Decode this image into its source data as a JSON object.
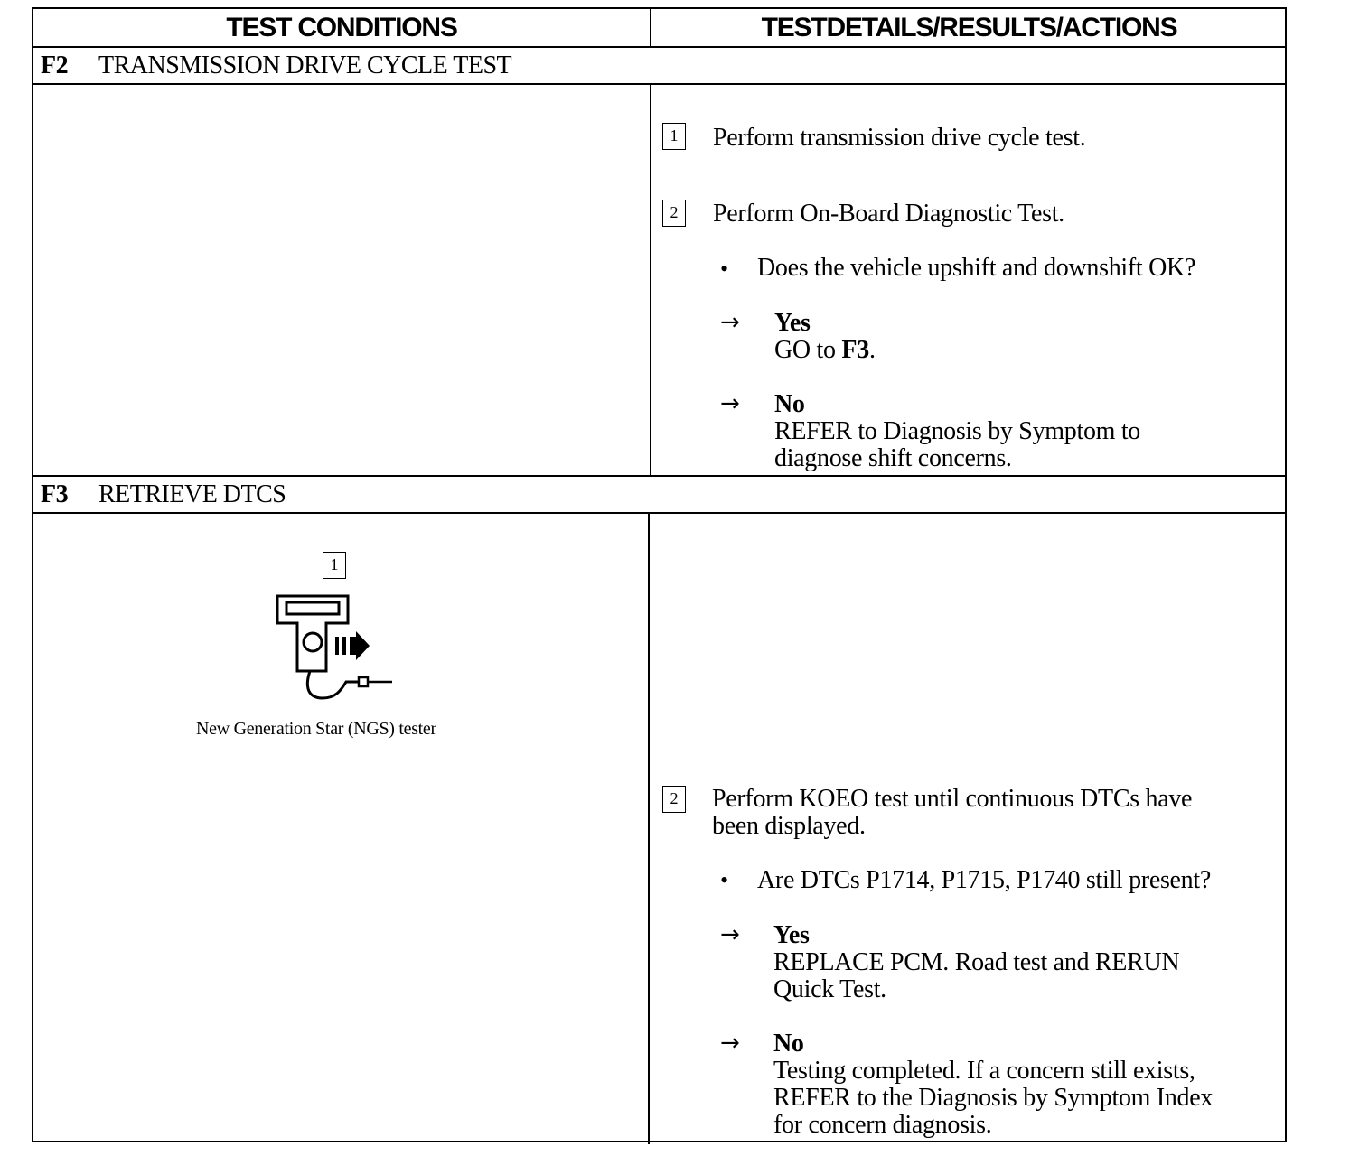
{
  "header": {
    "col_left": "TEST CONDITIONS",
    "col_right": "TESTDETAILS/RESULTS/ACTIONS"
  },
  "f2": {
    "code": "F2",
    "title": "TRANSMISSION DRIVE CYCLE TEST",
    "step1": {
      "num": "1",
      "text": "Perform transmission drive cycle test."
    },
    "step2": {
      "num": "2",
      "text": "Perform On-Board Diagnostic Test."
    },
    "bullet": "•",
    "question": "Does the vehicle upshift and downshift OK?",
    "arrow": "→",
    "yes": {
      "label": "Yes",
      "action_prefix": "GO to ",
      "action_ref": "F3",
      "action_suffix": "."
    },
    "no": {
      "label": "No",
      "line1": "REFER to Diagnosis by Symptom to",
      "line2": "diagnose shift concerns."
    }
  },
  "f3": {
    "code": "F3",
    "title": "RETRIEVE DTCS",
    "figure": {
      "num": "1",
      "icon": "ngs-tester-icon",
      "caption": "New Generation Star (NGS) tester"
    },
    "step2": {
      "num": "2",
      "line1": "Perform KOEO test until continuous DTCs have",
      "line2": "been displayed."
    },
    "bullet": "•",
    "question": "Are DTCs P1714, P1715, P1740 still present?",
    "arrow": "→",
    "yes": {
      "label": "Yes",
      "line1": "REPLACE PCM. Road test and RERUN",
      "line2": "Quick Test."
    },
    "no": {
      "label": "No",
      "line1": "Testing completed. If a concern still exists,",
      "line2": "REFER to the Diagnosis by Symptom Index",
      "line3": "for concern diagnosis."
    }
  }
}
